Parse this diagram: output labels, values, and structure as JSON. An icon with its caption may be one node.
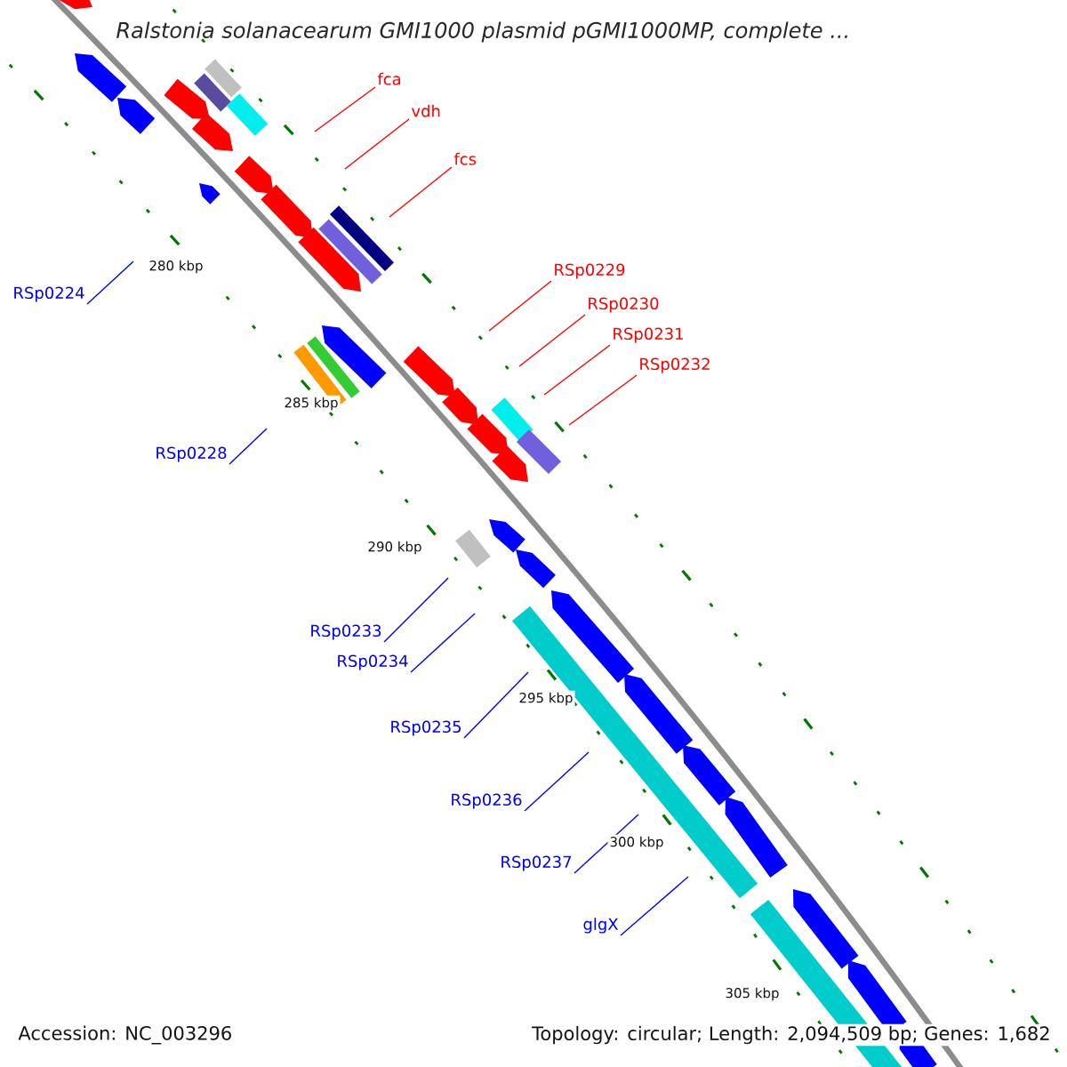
{
  "diagram": {
    "title": "Ralstonia solanacearum GMI1000 plasmid pGMI1000MP, complete ...",
    "nodes": [
      {
        "text": [
          "fca"
        ]
      },
      {
        "text": [
          "vdh"
        ]
      },
      {
        "text": [
          "fcs"
        ]
      },
      {
        "text": [
          "RSp0229"
        ]
      },
      {
        "text": [
          "RSp0224"
        ]
      },
      {
        "text": [
          "RSp0230"
        ]
      },
      {
        "text": [
          "RSp0231"
        ]
      },
      {
        "text": [
          "RSp0232"
        ]
      },
      {
        "text": [
          "RSp0228"
        ]
      },
      {
        "text": [
          "RSp0233"
        ]
      },
      {
        "text": [
          "RSp0234"
        ]
      },
      {
        "text": [
          "RSp0235"
        ]
      },
      {
        "text": [
          "RSp0236"
        ]
      },
      {
        "text": [
          "RSp0237"
        ]
      },
      {
        "text": [
          "glgX"
        ]
      }
    ],
    "edges": [
      {
        "from": 0,
        "to": null,
        "arrow": "none",
        "color": "#ff0000"
      },
      {
        "from": 1,
        "to": null,
        "arrow": "none",
        "color": "#ff0000"
      },
      {
        "from": 2,
        "to": null,
        "arrow": "none",
        "color": "#ff0000"
      },
      {
        "from": 3,
        "to": null,
        "arrow": "none",
        "color": "#ff0000"
      },
      {
        "from": 4,
        "to": null,
        "arrow": "none"
      },
      {
        "from": 5,
        "to": null,
        "arrow": "none",
        "color": "#ff0000"
      },
      {
        "from": 6,
        "to": null,
        "arrow": "none",
        "color": "#ff0000"
      },
      {
        "from": 7,
        "to": null,
        "arrow": "none",
        "color": "#ff0000"
      },
      {
        "from": 8,
        "to": null,
        "arrow": "none"
      },
      {
        "from": 9,
        "to": null,
        "arrow": "none"
      },
      {
        "from": 10,
        "to": null,
        "arrow": "none"
      },
      {
        "from": 11,
        "to": null,
        "arrow": "none"
      },
      {
        "from": 12,
        "to": null,
        "arrow": "none"
      },
      {
        "from": 13,
        "to": null,
        "arrow": "none"
      },
      {
        "from": 14,
        "to": null,
        "arrow": "none"
      }
    ],
    "labels": [
      "280 kbp",
      "285 kbp",
      "290 kbp",
      "295 kbp",
      "300 kbp",
      "305 kbp",
      "Accession: NC_003296",
      "Topology: circular; Length: 2,094,509 bp; Genes: 1,682"
    ]
  }
}
